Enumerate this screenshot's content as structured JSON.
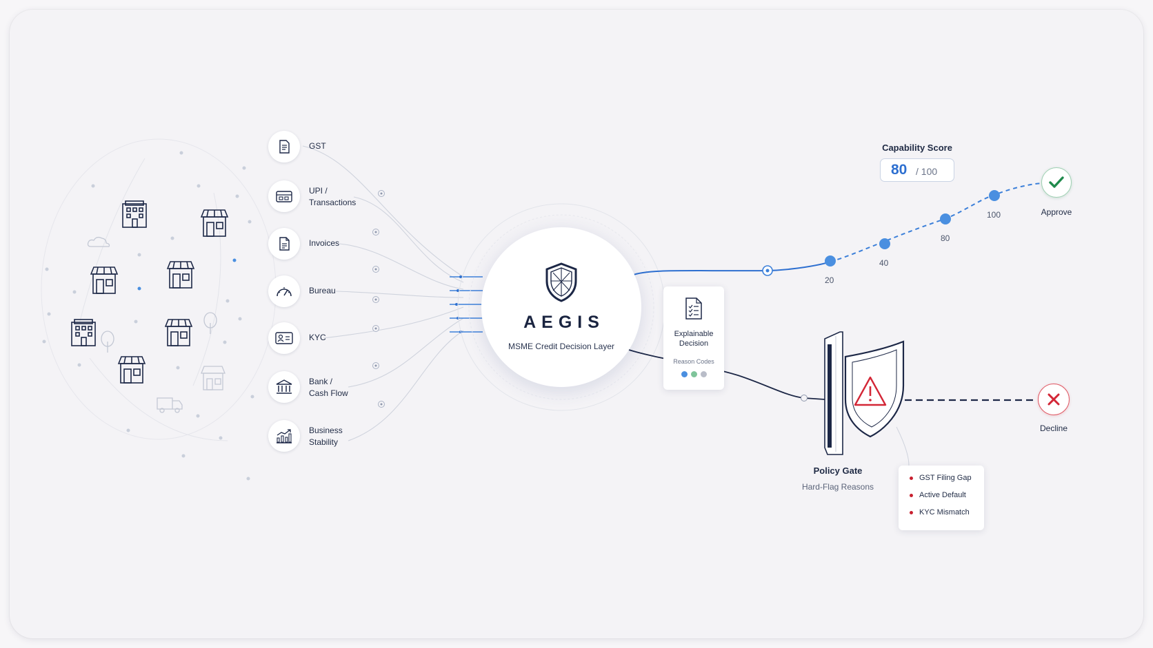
{
  "sources": [
    {
      "label": "GST",
      "icon": "document-icon"
    },
    {
      "label": "UPI /\nTransactions",
      "icon": "card-icon"
    },
    {
      "label": "Invoices",
      "icon": "invoice-icon"
    },
    {
      "label": "Bureau",
      "icon": "gauge-icon"
    },
    {
      "label": "KYC",
      "icon": "id-card-icon"
    },
    {
      "label": "Bank /\nCash Flow",
      "icon": "bank-icon"
    },
    {
      "label": "Business\nStability",
      "icon": "growth-chart-icon"
    }
  ],
  "hub": {
    "brand": "AEGIS",
    "tagline": "MSME Credit Decision Layer"
  },
  "explainable": {
    "title_line1": "Explainable",
    "title_line2": "Decision",
    "subtitle": "Reason Codes",
    "dot_colors": [
      "#4a8fe0",
      "#7fc49a",
      "#b9bdc8"
    ]
  },
  "score": {
    "label": "Capability Score",
    "value": "80",
    "max": "/ 100"
  },
  "score_ticks": [
    "20",
    "40",
    "80",
    "100"
  ],
  "approve": {
    "label": "Approve"
  },
  "decline": {
    "label": "Decline"
  },
  "policy_gate": {
    "title": "Policy Gate",
    "subtitle": "Hard-Flag Reasons"
  },
  "hard_flags": [
    "GST Filing Gap",
    "Active Default",
    "KYC Mismatch"
  ],
  "colors": {
    "accent_blue": "#3b7fd9",
    "navy": "#1c2746",
    "approve_green": "#1f8a4c",
    "decline_red": "#d32636",
    "flag_red": "#c8202f"
  }
}
